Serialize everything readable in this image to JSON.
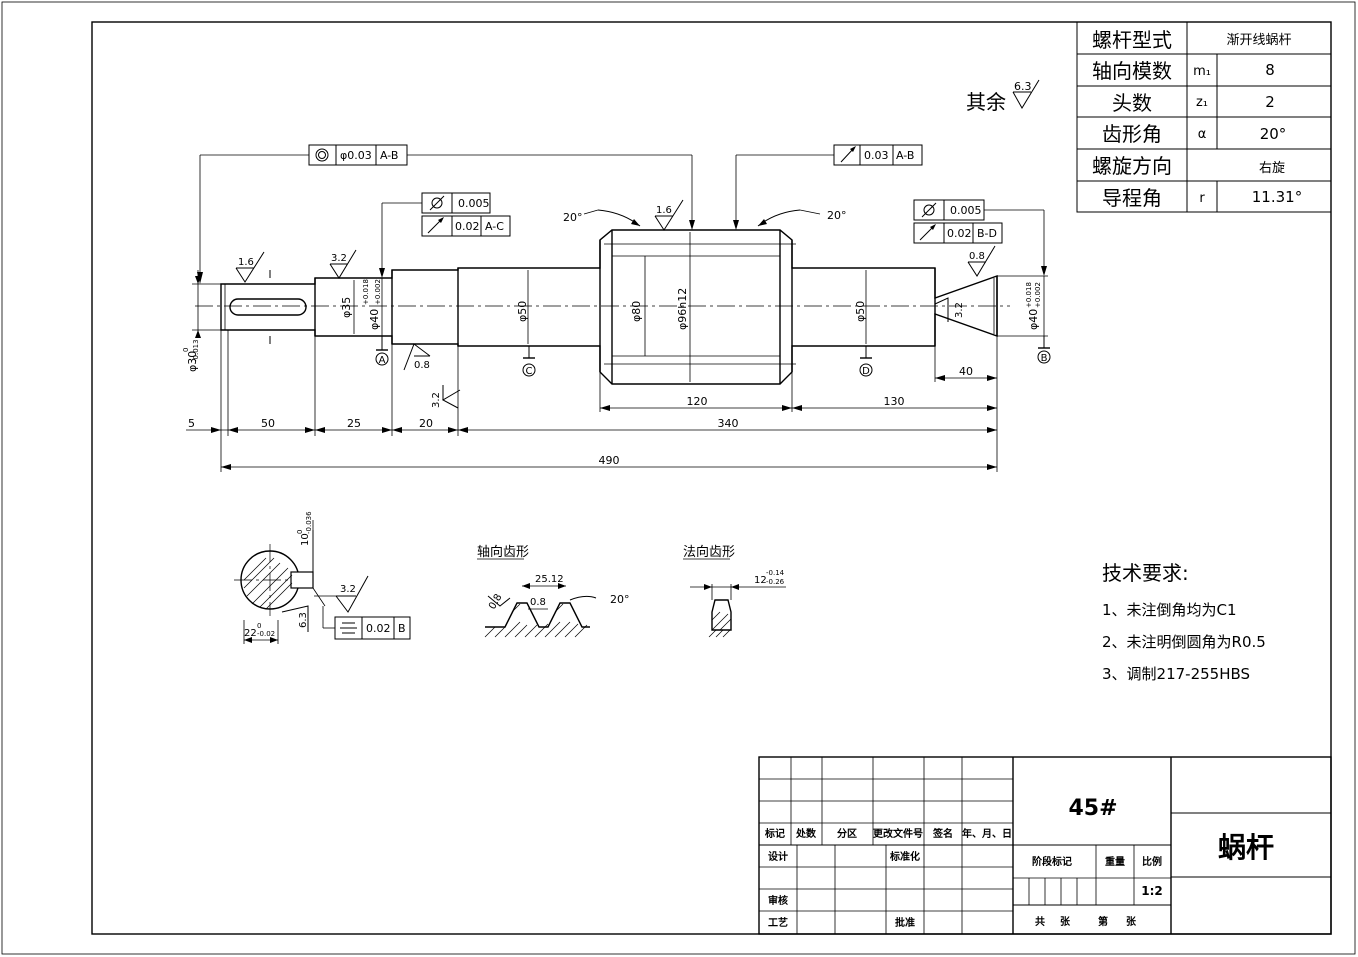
{
  "spec_table": {
    "rows": [
      {
        "label": "螺杆型式",
        "sym": "",
        "value": "渐开线蜗杆"
      },
      {
        "label": "轴向模数",
        "sym": "m₁",
        "value": "8"
      },
      {
        "label": "头数",
        "sym": "z₁",
        "value": "2"
      },
      {
        "label": "齿形角",
        "sym": "α",
        "value": "20°"
      },
      {
        "label": "螺旋方向",
        "sym": "",
        "value": "右旋"
      },
      {
        "label": "导程角",
        "sym": "r",
        "value": "11.31°"
      }
    ]
  },
  "general_roughness": {
    "label": "其余",
    "value": "6.3"
  },
  "gdt": {
    "coaxiality": {
      "symbol": "◎",
      "tol": "φ0.03",
      "datum": "A-B"
    },
    "runout_center": {
      "tol": "0.03",
      "datum": "A-B"
    },
    "left_cyl": {
      "tol": "0.005"
    },
    "left_runout": {
      "tol": "0.02",
      "datum": "A-C"
    },
    "right_cyl": {
      "tol": "0.005"
    },
    "right_runout": {
      "tol": "0.02",
      "datum": "B-D"
    },
    "key_sym": {
      "tol": "0.02",
      "datum": "B"
    }
  },
  "roughness": [
    "1.6",
    "3.2",
    "1.6",
    "0.8",
    "0.8",
    "3.2",
    "3.2",
    "3.2",
    "6.3",
    "0.8",
    "0.8"
  ],
  "angles": [
    "20°",
    "20°",
    "20°"
  ],
  "datums": [
    "A",
    "C",
    "D",
    "B"
  ],
  "dims": {
    "d30": "φ30",
    "d30_tol": [
      "0",
      "-0.013"
    ],
    "d35": "φ35",
    "d40_left": "φ40",
    "d40_left_tol": [
      "+0.018",
      "+0.002"
    ],
    "d50_left": "φ50",
    "d80": "φ80",
    "d96": "φ96h12",
    "d50_right": "φ50",
    "d40_right": "φ40",
    "d40_right_tol": [
      "+0.018",
      "+0.002"
    ],
    "l5": "5",
    "l50": "50",
    "l25": "25",
    "l20": "20",
    "l340": "340",
    "l490": "490",
    "l120": "120",
    "l130": "130",
    "l40": "40",
    "key_depth": "10",
    "key_depth_tol": [
      "0",
      "-0.036"
    ],
    "key_width": "22",
    "key_width_tol": [
      "0",
      "-0.02"
    ],
    "pitch": "25.12",
    "normal_tol": "12",
    "normal_tol_vals": [
      "-0.14",
      "-0.26"
    ]
  },
  "views": {
    "axial": "轴向齿形",
    "normal": "法向齿形"
  },
  "tech_requirements": {
    "title": "技术要求:",
    "items": [
      "1、未注倒角均为C1",
      "2、未注明倒圆角为R0.5",
      "3、调制217-255HBS"
    ]
  },
  "title_block": {
    "material": "45#",
    "part_name": "蜗杆",
    "headers": [
      "标记",
      "处数",
      "分区",
      "更改文件号",
      "签名",
      "年、月、日"
    ],
    "design": "设计",
    "standard": "标准化",
    "review": "审核",
    "process": "工艺",
    "approve": "批准",
    "stage": "阶段标记",
    "weight": "重量",
    "scale_label": "比例",
    "scale": "1:2",
    "total": "共",
    "sheets": "张",
    "sheet_no": "第",
    "sheet_unit": "张"
  }
}
